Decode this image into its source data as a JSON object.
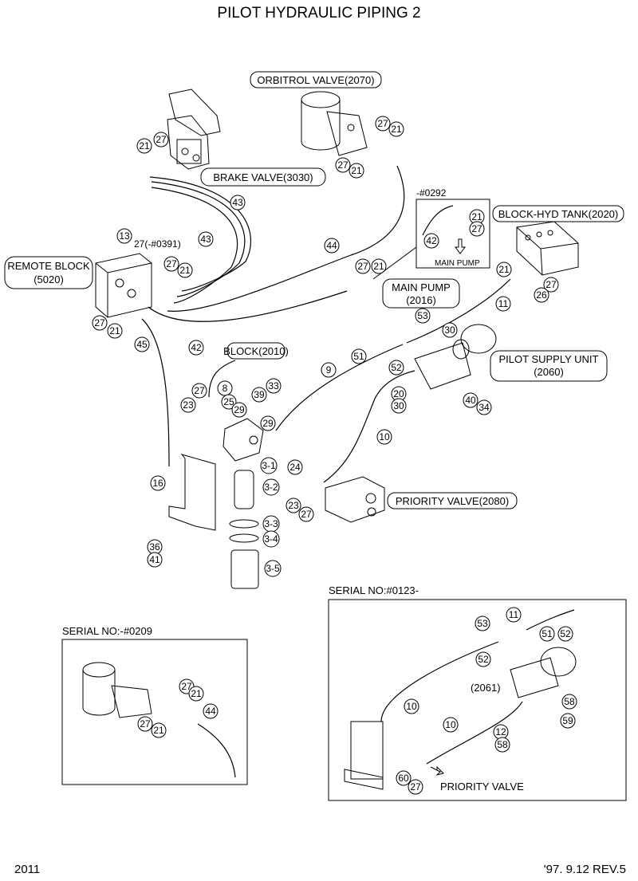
{
  "title": "PILOT HYDRAULIC PIPING 2",
  "footer": {
    "left": "2011",
    "right": "'97. 9.12   REV.5"
  },
  "callouts": {
    "orbitrol": "ORBITROL VALVE(2070)",
    "brake": "BRAKE VALVE(3030)",
    "remote1": "REMOTE BLOCK",
    "remote2": "(5020)",
    "block_hyd": "BLOCK-HYD TANK(2020)",
    "main_pump1": "MAIN PUMP",
    "main_pump2": "(2016)",
    "block2010": "BLOCK(2010)",
    "pilot_supply1": "PILOT SUPPLY UNIT",
    "pilot_supply2": "(2060)",
    "priority_valve": "PRIORITY VALVE(2080)"
  },
  "inset_0292": {
    "serial": "-#0292",
    "main_pump": "MAIN PUMP"
  },
  "inset_0209": {
    "serial": "SERIAL NO:-#0209"
  },
  "inset_0123": {
    "serial": "SERIAL NO:#0123-",
    "unit": "(2061)",
    "priority": "PRIORITY VALVE"
  },
  "part_numbers": {
    "p13": "13",
    "p27_0391": "27(-#0391)",
    "p43": "43",
    "p42": "42",
    "p44": "44",
    "p45": "45",
    "p9": "9",
    "p10": "10",
    "p11": "11",
    "p16": "16",
    "p8": "8",
    "p20": "20",
    "p21": "21",
    "p23": "23",
    "p24": "24",
    "p25": "25",
    "p26": "26",
    "p27": "27",
    "p29": "29",
    "p30": "30",
    "p33": "33",
    "p34": "34",
    "p36": "36",
    "p39": "39",
    "p40": "40",
    "p41": "41",
    "p51": "51",
    "p52": "52",
    "p53": "53",
    "p12": "12",
    "p58": "58",
    "p59": "59",
    "p60": "60",
    "p3_1": "3-1",
    "p3_2": "3-2",
    "p3_3": "3-3",
    "p3_4": "3-4",
    "p3_5": "3-5"
  }
}
